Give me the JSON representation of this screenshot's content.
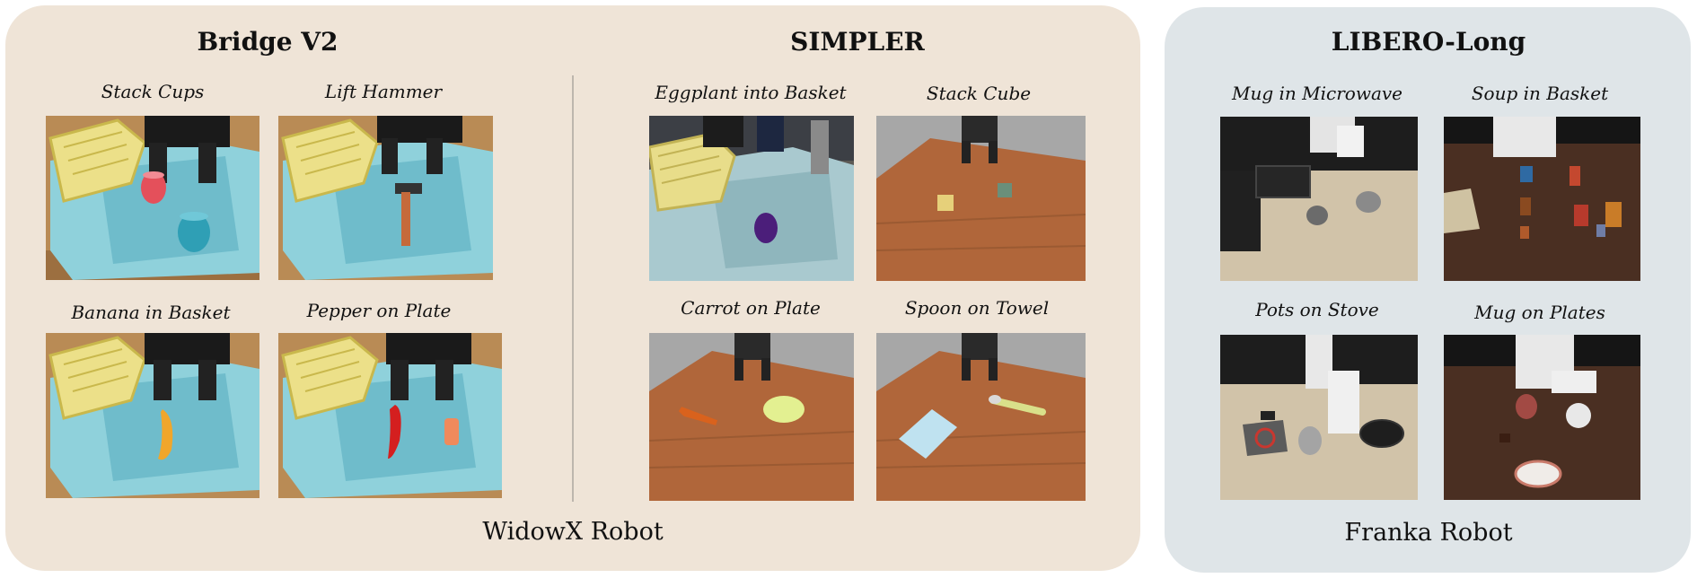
{
  "sections": {
    "bridge": {
      "title": "Bridge V2"
    },
    "simpler": {
      "title": "SIMPLER"
    },
    "libero": {
      "title": "LIBERO-Long"
    }
  },
  "robots": {
    "widowx": "WidowX Robot",
    "franka": "Franka Robot"
  },
  "tasks": {
    "bridge": [
      "Stack Cups",
      "Lift Hammer",
      "Banana in Basket",
      "Pepper on Plate"
    ],
    "simpler": [
      "Eggplant into Basket",
      "Stack Cube",
      "Carrot on Plate",
      "Spoon on Towel"
    ],
    "libero": [
      "Mug in Microwave",
      "Soup in Basket",
      "Pots on Stove",
      "Mug on Plates"
    ]
  },
  "colors": {
    "left_panel": "#efe4d7",
    "right_panel": "#dfe5e8"
  }
}
